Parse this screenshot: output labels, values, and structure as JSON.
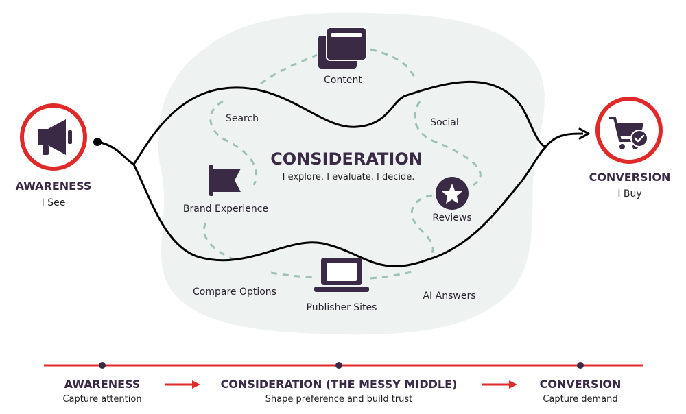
{
  "center": {
    "title": "CONSIDERATION",
    "subtitle": "I explore. I evaluate. I decide."
  },
  "awareness": {
    "title": "AWARENESS",
    "subtitle": "I See",
    "icon": "megaphone-icon"
  },
  "conversion": {
    "title": "CONVERSION",
    "subtitle": "I Buy",
    "icon": "shopping-cart-check-icon"
  },
  "touchpoints": {
    "content": "Content",
    "search": "Search",
    "social": "Social",
    "brand_experience": "Brand Experience",
    "reviews": "Reviews",
    "compare_options": "Compare Options",
    "publisher_sites": "Publisher Sites",
    "ai_answers": "AI Answers"
  },
  "timeline": {
    "stages": [
      {
        "title": "AWARENESS",
        "subtitle": "Capture attention"
      },
      {
        "title": "CONSIDERATION (THE MESSY MIDDLE)",
        "subtitle": "Shape preference and build trust"
      },
      {
        "title": "CONVERSION",
        "subtitle": "Capture demand"
      }
    ]
  },
  "colors": {
    "accent_red": "#e02a2a",
    "dark_purple": "#3a2a45",
    "blob_bg": "#eff4f3",
    "dashed_green": "#9cc2b4"
  }
}
